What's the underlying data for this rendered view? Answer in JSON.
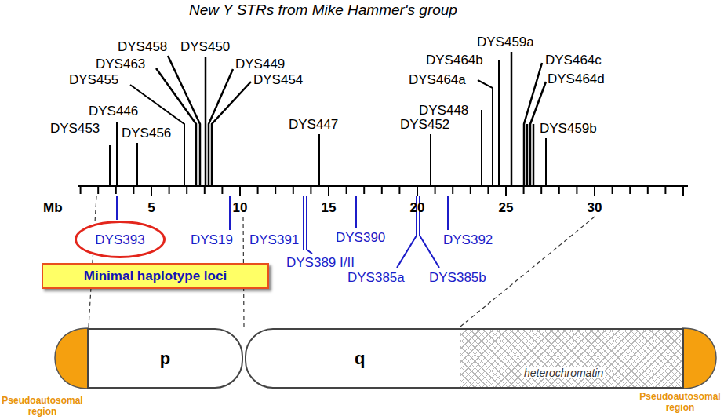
{
  "diagram": {
    "title": "New Y STRs from Mike Hammer's group",
    "nodes": [
      {
        "text": [
          "DYS393"
        ]
      },
      {
        "text": [
          "Minimal haplotype loci"
        ]
      },
      {
        "text": [
          "p"
        ]
      },
      {
        "text": [
          "q"
        ]
      },
      {
        "text": [
          "heterochromatin"
        ],
        "in": 3
      }
    ],
    "labels": [
      "DYS453",
      "DYS446",
      "DYS456",
      "DYS455",
      "DYS463",
      "DYS458",
      "DYS450",
      "DYS449",
      "DYS454",
      "DYS447",
      "DYS452",
      "DYS448",
      "DYS464a",
      "DYS464b",
      "DYS459a",
      "DYS464c",
      "DYS464d",
      "DYS459b",
      "Mb",
      "5",
      "10",
      "15",
      "20",
      "25",
      "30",
      "DYS19",
      "DYS391",
      "DYS389 I/II",
      "DYS390",
      "DYS385a",
      "DYS385b",
      "DYS392",
      "Pseudoautosomal region",
      "Pseudoautosomal region"
    ]
  }
}
